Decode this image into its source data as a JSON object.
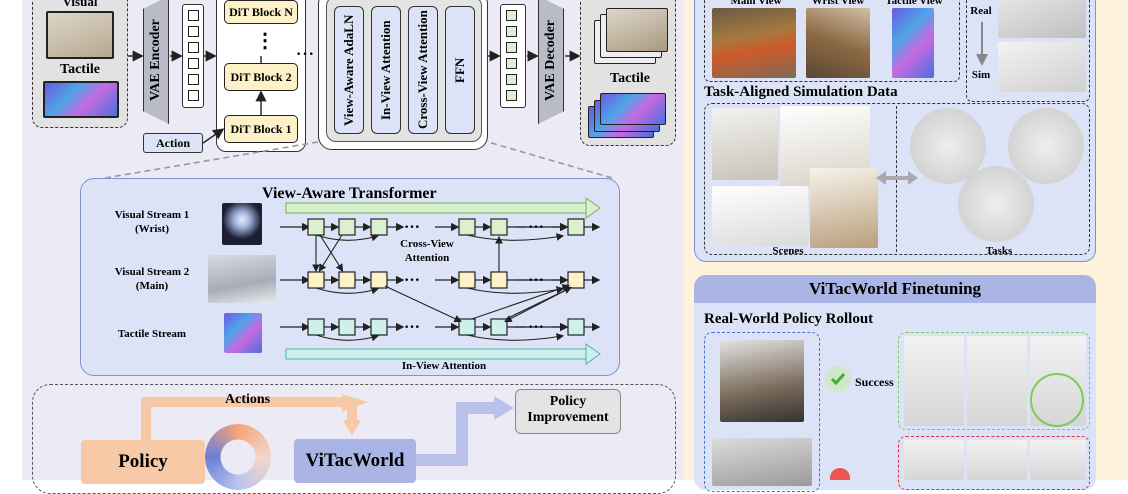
{
  "input": {
    "visual_label": "Visual",
    "tactile_label": "Tactile"
  },
  "encoder": {
    "vae_encoder": "VAE Encoder",
    "vae_decoder": "VAE Decoder"
  },
  "dit": {
    "block_n": "DiT Block N",
    "dots": "⋮",
    "block_2": "DiT Block 2",
    "block_1": "DiT Block 1",
    "hdots": "···"
  },
  "dit_detail": {
    "layers": [
      "View-Aware AdaLN",
      "In-View Attention",
      "Cross-View Attention",
      "FFN"
    ]
  },
  "action_label": "Action",
  "output": {
    "tactile_label": "Tactile"
  },
  "transformer": {
    "title": "View-Aware Transformer",
    "streams": [
      {
        "name": "Visual Stream 1",
        "sub": "(Wrist)"
      },
      {
        "name": "Visual Stream 2",
        "sub": "(Main)"
      },
      {
        "name": "Tactile Stream",
        "sub": ""
      }
    ],
    "cross_view_label_1": "Cross-View",
    "cross_view_label_2": "Attention",
    "in_view_label": "In-View Attention",
    "dots": "···"
  },
  "loop": {
    "actions_label": "Actions",
    "policy_label": "Policy",
    "vitacworld_label": "ViTacWorld",
    "policy_improvement_1": "Policy",
    "policy_improvement_2": "Improvement"
  },
  "right_top": {
    "main_view": "Main View",
    "wrist_view": "Wrist View",
    "tactile_view": "Tactile View",
    "real_label": "Real",
    "sim_label": "Sim",
    "task_aligned_title": "Task-Aligned Simulation Data",
    "scenes_label": "Scenes",
    "tasks_label": "Tasks"
  },
  "finetune": {
    "title": "ViTacWorld Finetuning",
    "rollout_title": "Real-World Policy Rollout",
    "success_label": "Success"
  },
  "colors": {
    "left_bg": "#ecebf5",
    "right_bg": "#fdf2dc",
    "dit_fill": "#fdf1c8",
    "transformer_fill": "#dde3f6",
    "visual_token": "#d9f1cf",
    "main_token": "#fdf1c8",
    "tactile_token": "#cdf0ea",
    "policy_fill": "#f8c9a6",
    "vitacworld_fill": "#aab5e6",
    "success_green": "#3fae3f"
  }
}
